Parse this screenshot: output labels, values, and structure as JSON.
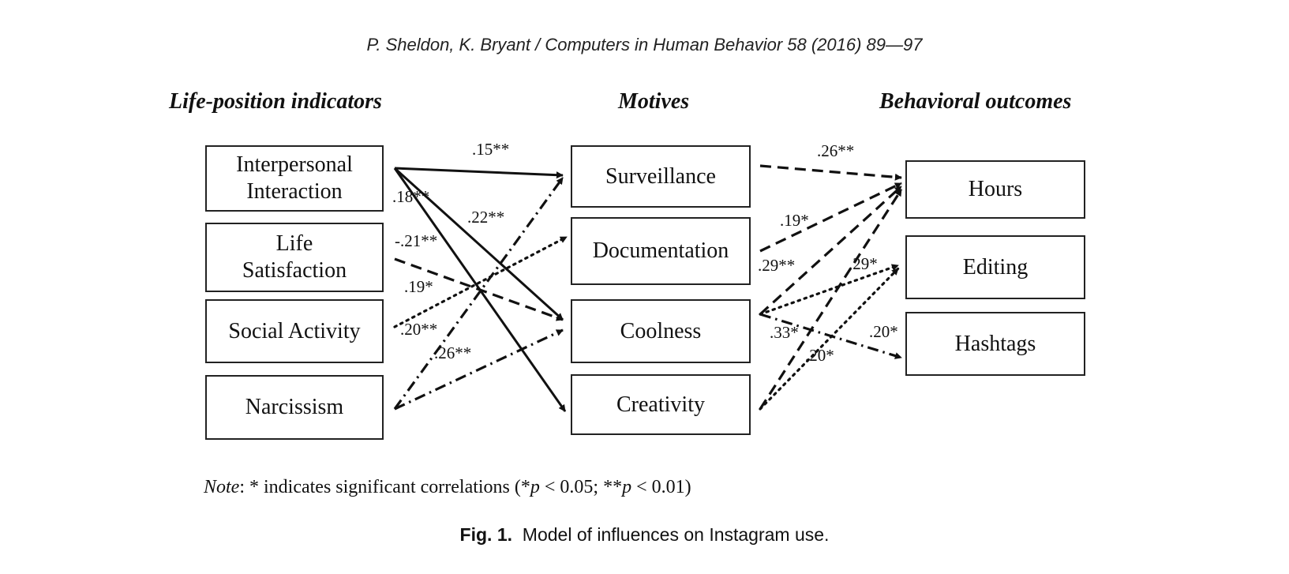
{
  "header": "P. Sheldon, K. Bryant / Computers in Human Behavior 58 (2016) 89—97",
  "columns": {
    "indicators": "Life-position indicators",
    "motives": "Motives",
    "outcomes": "Behavioral outcomes"
  },
  "nodes": {
    "interpersonal": [
      "Interpersonal",
      "Interaction"
    ],
    "life_satisfaction": [
      "Life",
      "Satisfaction"
    ],
    "social_activity": "Social Activity",
    "narcissism": "Narcissism",
    "surveillance": "Surveillance",
    "documentation": "Documentation",
    "coolness": "Coolness",
    "creativity": "Creativity",
    "hours": "Hours",
    "editing": "Editing",
    "hashtags": "Hashtags"
  },
  "paths": [
    {
      "from": "interpersonal",
      "to": "surveillance",
      "coef": ".15**",
      "style": "solid"
    },
    {
      "from": "interpersonal",
      "to": "coolness",
      "coef": ".22**",
      "style": "solid"
    },
    {
      "from": "interpersonal",
      "to": "creativity",
      "coef": ".18**",
      "style": "solid"
    },
    {
      "from": "life_satisfaction",
      "to": "coolness",
      "coef": "-.21**",
      "style": "dashed"
    },
    {
      "from": "social_activity",
      "to": "documentation",
      "coef": ".19*",
      "style": "dotted"
    },
    {
      "from": "narcissism",
      "to": "surveillance",
      "coef": ".20**",
      "style": "dashdot"
    },
    {
      "from": "narcissism",
      "to": "coolness",
      "coef": ".26**",
      "style": "dashdot"
    },
    {
      "from": "surveillance",
      "to": "hours",
      "coef": ".26**",
      "style": "dashed"
    },
    {
      "from": "documentation",
      "to": "hours",
      "coef": ".19*",
      "style": "dashed"
    },
    {
      "from": "coolness",
      "to": "hours",
      "coef": ".29**",
      "style": "dashed"
    },
    {
      "from": "coolness",
      "to": "editing",
      "coef": ".29*",
      "style": "dotted"
    },
    {
      "from": "coolness",
      "to": "hashtags",
      "coef": ".20*",
      "style": "dashdot"
    },
    {
      "from": "creativity",
      "to": "hours",
      "coef": ".33*",
      "style": "dashed"
    },
    {
      "from": "creativity",
      "to": "editing",
      "coef": ".20*",
      "style": "dotted"
    }
  ],
  "note": {
    "label": "Note",
    "text_parts": [
      ": * indicates significant correlations (*",
      "p",
      " < 0.05; **",
      "p",
      " < 0.01)"
    ]
  },
  "caption": {
    "label": "Fig. 1.",
    "text": "Model of influences on Instagram use."
  }
}
